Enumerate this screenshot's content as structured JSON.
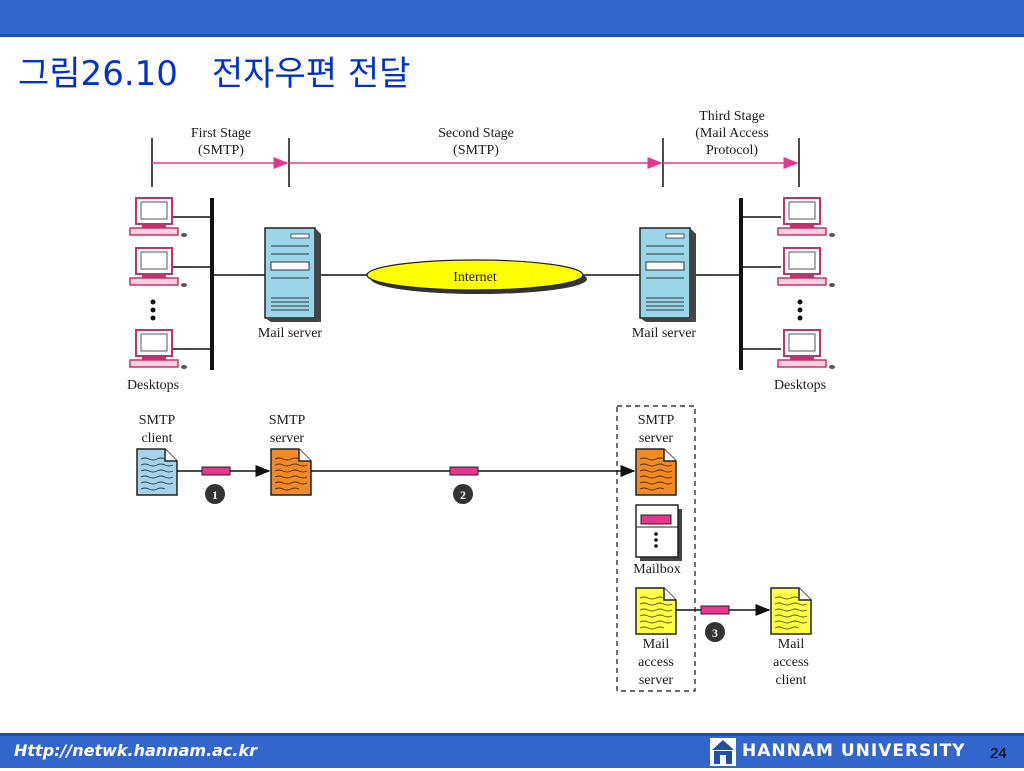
{
  "slide": {
    "title_num": "그림26.10",
    "title_text": "전자우편 전달",
    "footer_url": "Http://netwk.hannam.ac.kr",
    "footer_university": "HANNAM UNIVERSITY",
    "page_number": "24"
  },
  "diagram": {
    "stages": {
      "first": [
        "First Stage",
        "(SMTP)"
      ],
      "second": [
        "Second Stage",
        "(SMTP)"
      ],
      "third": [
        "Third Stage",
        "(Mail Access",
        "Protocol)"
      ]
    },
    "network": {
      "internet": "Internet",
      "mail_server_left": "Mail server",
      "mail_server_right": "Mail server",
      "desktops_left": "Desktops",
      "desktops_right": "Desktops"
    },
    "flow": {
      "smtp_client": [
        "SMTP",
        "client"
      ],
      "smtp_server_1": [
        "SMTP",
        "server"
      ],
      "smtp_server_2": [
        "SMTP",
        "server"
      ],
      "mailbox": "Mailbox",
      "mail_access_server": [
        "Mail",
        "access",
        "server"
      ],
      "mail_access_client": [
        "Mail",
        "access",
        "client"
      ],
      "step_1": "1",
      "step_2": "2",
      "step_3": "3"
    }
  },
  "colors": {
    "header_blue": "#3366cc",
    "title_blue": "#0033cc",
    "stage_arrow": "#e0388e",
    "internet_fill": "#ffff00",
    "server_fill": "#99d6ea",
    "doc_blue": "#a7d3e8",
    "doc_orange": "#f08a24",
    "doc_yellow": "#ffff44",
    "message_pink": "#e8368f",
    "step_badge": "#333333"
  }
}
